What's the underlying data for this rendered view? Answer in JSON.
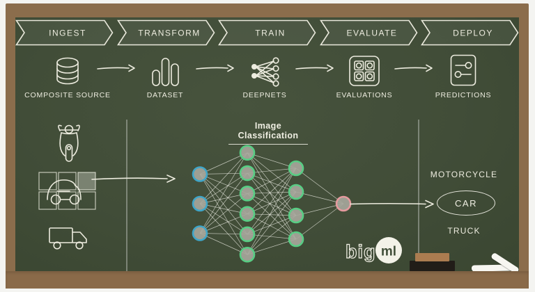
{
  "board": {
    "stages": [
      {
        "label": "INGEST"
      },
      {
        "label": "TRANSFORM"
      },
      {
        "label": "TRAIN"
      },
      {
        "label": "EVALUATE"
      },
      {
        "label": "DEPLOY"
      }
    ],
    "resources": [
      {
        "label": "COMPOSITE SOURCE",
        "icon": "database-icon"
      },
      {
        "label": "DATASET",
        "icon": "dataset-bars-icon"
      },
      {
        "label": "DEEPNETS",
        "icon": "deepnet-graph-icon"
      },
      {
        "label": "EVALUATIONS",
        "icon": "evaluation-grid-icon"
      },
      {
        "label": "PREDICTIONS",
        "icon": "prediction-sliders-icon"
      }
    ],
    "demo": {
      "title": "Image Classification",
      "input_items": [
        "motorcycle",
        "car image grid (top-right patch highlighted)",
        "truck"
      ],
      "network": {
        "layers": [
          3,
          6,
          4,
          1
        ],
        "node_fill": "#a6a69b",
        "input_ring": "#3fa6c9",
        "hidden_ring": "#58cd84",
        "output_ring": "#e59a9e"
      },
      "output_labels": {
        "top": "MOTORCYCLE",
        "middle": "CAR",
        "bottom": "TRUCK",
        "predicted": "CAR"
      }
    },
    "logo": {
      "text": "big",
      "badge": "ml"
    }
  },
  "colors": {
    "board_green": "#414d38",
    "frame_brown": "#8b6d4c",
    "chalk_white": "#edecdf",
    "eraser_felt": "#211d18",
    "eraser_wood": "#ab7c50",
    "grid_highlight": "rgba(242,242,232,0.32)"
  }
}
